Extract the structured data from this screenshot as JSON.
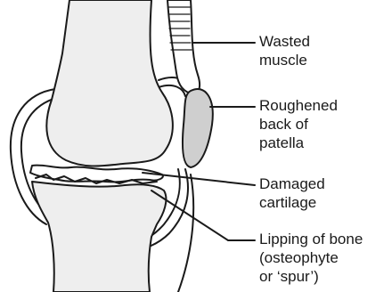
{
  "labels": {
    "wasted_muscle": [
      "Wasted",
      "muscle"
    ],
    "roughened_patella": [
      "Roughened",
      "back of",
      "patella"
    ],
    "damaged_cartilage": [
      "Damaged",
      "cartilage"
    ],
    "lipping_of_bone": [
      "Lipping of bone",
      "(osteophyte",
      "or ‘spur’)"
    ]
  },
  "colors": {
    "outline": "#1a1a1a",
    "bone_fill": "#eeeeee",
    "patella_fill": "#cfcfcf",
    "background": "#ffffff"
  }
}
